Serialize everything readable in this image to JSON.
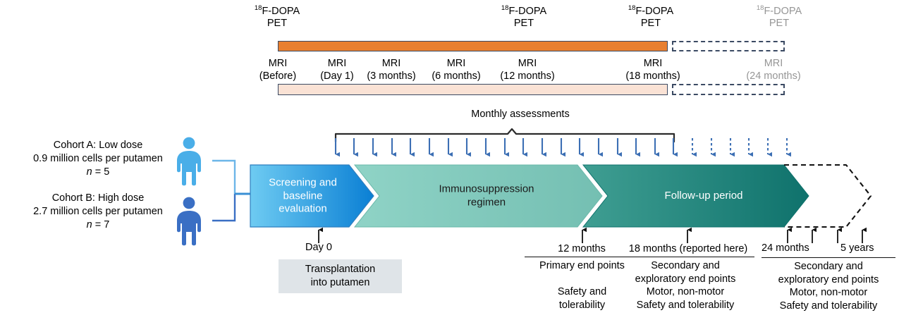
{
  "figure": {
    "title": "Clinical trial design and assessment timeline",
    "type": "study-timeline-diagram"
  },
  "colors": {
    "pet_bar": "#e87f30",
    "mri_bar": "#fae2d5",
    "bar_border": "#3b4a63",
    "muted_text": "#969696",
    "cohort_a": "#4aaee8",
    "cohort_b": "#3a6fc4",
    "chevron_screening_start": "#5fc4f0",
    "chevron_screening_end": "#0a7fd4",
    "chevron_immuno": "#7fc8bb",
    "chevron_followup_start": "#3f9e92",
    "chevron_followup_end": "#137a73",
    "arrow_blue": "#3c6fb4",
    "transplant_box": "#dfe4e8"
  },
  "pet_row": {
    "scans": [
      {
        "id": "pet-before",
        "isotope": "18",
        "line1": "F-DOPA",
        "line2": "PET",
        "muted": false
      },
      {
        "id": "pet-12mo",
        "isotope": "18",
        "line1": "F-DOPA",
        "line2": "PET",
        "muted": false
      },
      {
        "id": "pet-18mo",
        "isotope": "18",
        "line1": "F-DOPA",
        "line2": "PET",
        "muted": false
      },
      {
        "id": "pet-24mo",
        "isotope": "18",
        "line1": "F-DOPA",
        "line2": "PET",
        "muted": true
      }
    ]
  },
  "mri_row": {
    "scans": [
      {
        "id": "mri-before",
        "line1": "MRI",
        "line2": "(Before)",
        "muted": false
      },
      {
        "id": "mri-day1",
        "line1": "MRI",
        "line2": "(Day 1)",
        "muted": false
      },
      {
        "id": "mri-3mo",
        "line1": "MRI",
        "line2": "(3 months)",
        "muted": false
      },
      {
        "id": "mri-6mo",
        "line1": "MRI",
        "line2": "(6 months)",
        "muted": false
      },
      {
        "id": "mri-12mo",
        "line1": "MRI",
        "line2": "(12 months)",
        "muted": false
      },
      {
        "id": "mri-18mo",
        "line1": "MRI",
        "line2": "(18 months)",
        "muted": false
      },
      {
        "id": "mri-24mo",
        "line1": "MRI",
        "line2": "(24 months)",
        "muted": true
      }
    ]
  },
  "cohorts": [
    {
      "id": "cohort-a",
      "line1": "Cohort A: Low dose",
      "line2": "0.9 million cells per putamen",
      "n_label": "n",
      "n_value": "= 5"
    },
    {
      "id": "cohort-b",
      "line1": "Cohort B: High dose",
      "line2": "2.7 million cells per putamen",
      "n_label": "n",
      "n_value": "= 7"
    }
  ],
  "assessments": {
    "label": "Monthly assessments",
    "solid_arrow_count": 19,
    "dashed_arrow_count": 6
  },
  "phases": [
    {
      "id": "phase-screening",
      "label": "Screening and\nbaseline\nevaluation",
      "text_color": "white"
    },
    {
      "id": "phase-immunosuppression",
      "label": "Immunosuppression\nregimen",
      "text_color": "dark"
    },
    {
      "id": "phase-followup",
      "label": "Follow-up period",
      "text_color": "white"
    },
    {
      "id": "phase-extension",
      "label": "",
      "text_color": "dark"
    }
  ],
  "day_zero": {
    "tick_label": "Day 0",
    "box_label": "Transplantation\ninto putamen"
  },
  "endpoints": [
    {
      "id": "endpoint-12-months",
      "heading": "12 months",
      "body": "Primary end points\n\nSafety and\ntolerability"
    },
    {
      "id": "endpoint-18-months",
      "heading": "18 months (reported here)",
      "body": "Secondary and\nexploratory end points\nMotor, non-motor\nSafety and tolerability"
    },
    {
      "id": "endpoint-24-months-5-years",
      "heading_left": "24 months",
      "heading_right": "5 years",
      "body": "Secondary and\nexploratory end points\nMotor, non-motor\nSafety and tolerability"
    }
  ]
}
